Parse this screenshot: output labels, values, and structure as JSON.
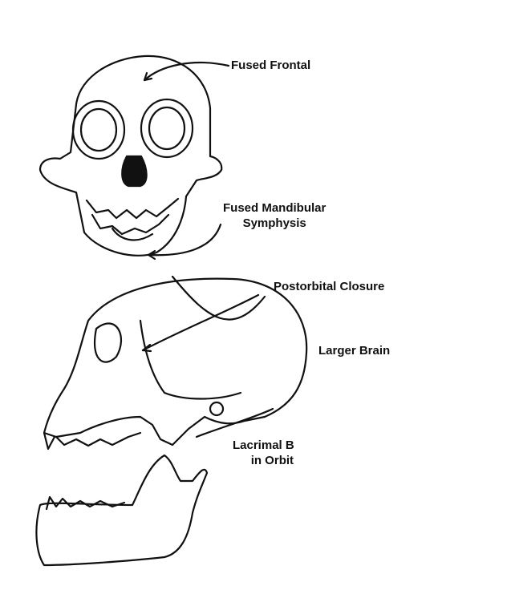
{
  "labels": {
    "fused_frontal": "Fused Frontal",
    "fused_mandibular_line1": "Fused Mandibular",
    "fused_mandibular_line2": "Symphysis",
    "postorbital_closure": "Postorbital Closure",
    "larger_brain": "Larger Brain",
    "lacrimal_line1": "Lacrimal B",
    "lacrimal_line2": "in Orbit"
  },
  "colors": {
    "ink": "#111111",
    "background": "#ffffff"
  }
}
